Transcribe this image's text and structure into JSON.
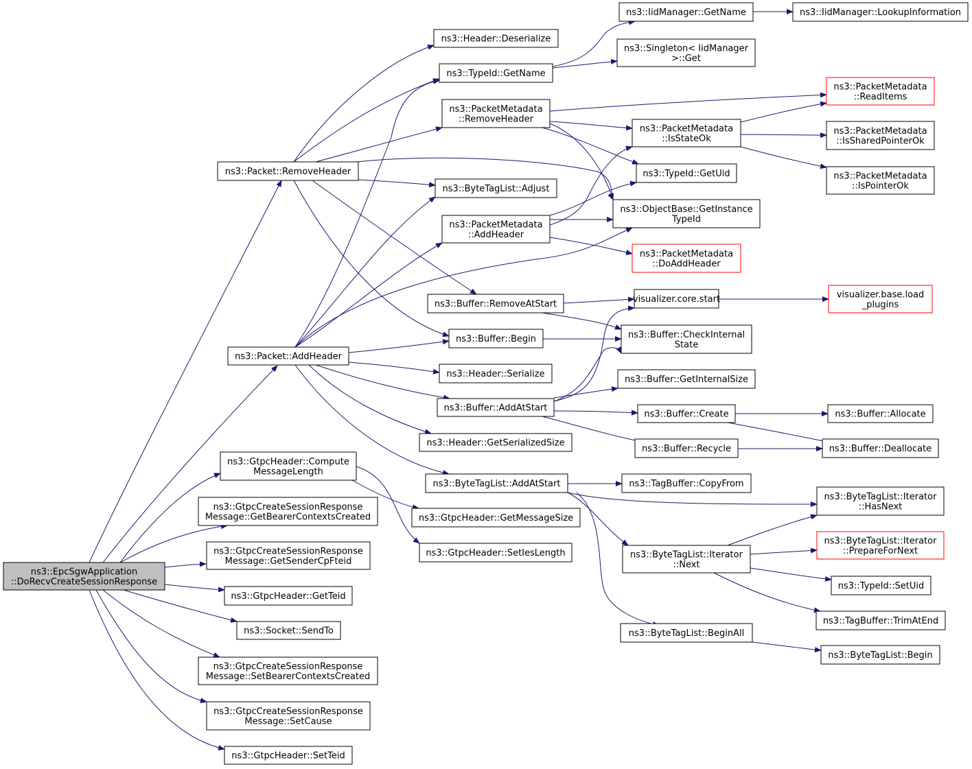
{
  "diagram": {
    "kind": "call-graph",
    "colors": {
      "edge": "#191970",
      "root_fill": "#bfbfbf",
      "node_border": "#000000",
      "truncated_border": "#ff0000"
    },
    "nodes": [
      {
        "id": "root",
        "lines": [
          "ns3::EpcSgwApplication",
          "::DoRecvCreateSessionResponse"
        ],
        "style": "root"
      },
      {
        "id": "pkt_removeheader",
        "lines": [
          "ns3::Packet::RemoveHeader"
        ]
      },
      {
        "id": "pkt_addheader",
        "lines": [
          "ns3::Packet::AddHeader"
        ]
      },
      {
        "id": "gtpc_computelen",
        "lines": [
          "ns3::GtpcHeader::Compute",
          "MessageLength"
        ]
      },
      {
        "id": "gcsr_getbearer",
        "lines": [
          "ns3::GtpcCreateSessionResponse",
          "Message::GetBearerContextsCreated"
        ]
      },
      {
        "id": "gcsr_getsender",
        "lines": [
          "ns3::GtpcCreateSessionResponse",
          "Message::GetSenderCpFteid"
        ]
      },
      {
        "id": "gtpc_getteid",
        "lines": [
          "ns3::GtpcHeader::GetTeid"
        ]
      },
      {
        "id": "socket_sendto",
        "lines": [
          "ns3::Socket::SendTo"
        ]
      },
      {
        "id": "gcsr_setbearer",
        "lines": [
          "ns3::GtpcCreateSessionResponse",
          "Message::SetBearerContextsCreated"
        ]
      },
      {
        "id": "gcsr_setcause",
        "lines": [
          "ns3::GtpcCreateSessionResponse",
          "Message::SetCause"
        ]
      },
      {
        "id": "gtpc_setteid",
        "lines": [
          "ns3::GtpcHeader::SetTeid"
        ]
      },
      {
        "id": "hdr_deserialize",
        "lines": [
          "ns3::Header::Deserialize"
        ]
      },
      {
        "id": "typeid_getname",
        "lines": [
          "ns3::TypeId::GetName"
        ]
      },
      {
        "id": "pm_removeheader",
        "lines": [
          "ns3::PacketMetadata",
          "::RemoveHeader"
        ]
      },
      {
        "id": "btl_adjust",
        "lines": [
          "ns3::ByteTagList::Adjust"
        ]
      },
      {
        "id": "pm_addheader",
        "lines": [
          "ns3::PacketMetadata",
          "::AddHeader"
        ]
      },
      {
        "id": "buf_removeatstart",
        "lines": [
          "ns3::Buffer::RemoveAtStart"
        ]
      },
      {
        "id": "buf_begin",
        "lines": [
          "ns3::Buffer::Begin"
        ]
      },
      {
        "id": "hdr_serialize",
        "lines": [
          "ns3::Header::Serialize"
        ]
      },
      {
        "id": "buf_addatstart",
        "lines": [
          "ns3::Buffer::AddAtStart"
        ]
      },
      {
        "id": "hdr_getserializedsize",
        "lines": [
          "ns3::Header::GetSerializedSize"
        ]
      },
      {
        "id": "btl_addatstart",
        "lines": [
          "ns3::ByteTagList::AddAtStart"
        ]
      },
      {
        "id": "gtpc_getmsgsize",
        "lines": [
          "ns3::GtpcHeader::GetMessageSize"
        ]
      },
      {
        "id": "gtpc_setieslen",
        "lines": [
          "ns3::GtpcHeader::SetIesLength"
        ]
      },
      {
        "id": "iid_getname",
        "lines": [
          "ns3::IidManager::GetName"
        ]
      },
      {
        "id": "iid_lookup",
        "lines": [
          "ns3::IidManager::LookupInformation"
        ]
      },
      {
        "id": "singleton_get",
        "lines": [
          "ns3::Singleton< IidManager",
          ">::Get"
        ]
      },
      {
        "id": "pm_readitems",
        "lines": [
          "ns3::PacketMetadata",
          "::ReadItems"
        ],
        "style": "truncated"
      },
      {
        "id": "pm_isstateok",
        "lines": [
          "ns3::PacketMetadata",
          "::IsStateOk"
        ]
      },
      {
        "id": "pm_issharedptrok",
        "lines": [
          "ns3::PacketMetadata",
          "::IsSharedPointerOk"
        ]
      },
      {
        "id": "typeid_getuid",
        "lines": [
          "ns3::TypeId::GetUid"
        ]
      },
      {
        "id": "pm_isptrok",
        "lines": [
          "ns3::PacketMetadata",
          "::IsPointerOk"
        ]
      },
      {
        "id": "objbase_getinst",
        "lines": [
          "ns3::ObjectBase::GetInstance",
          "TypeId"
        ]
      },
      {
        "id": "pm_doaddheader",
        "lines": [
          "ns3::PacketMetadata",
          "::DoAddHeader"
        ],
        "style": "truncated"
      },
      {
        "id": "vis_core_start",
        "lines": [
          "visualizer.core.start"
        ]
      },
      {
        "id": "vis_base_load",
        "lines": [
          "visualizer.base.load",
          "_plugins"
        ],
        "style": "truncated"
      },
      {
        "id": "buf_checkinternal",
        "lines": [
          "ns3::Buffer::CheckInternal",
          "State"
        ]
      },
      {
        "id": "buf_getinternalsize",
        "lines": [
          "ns3::Buffer::GetInternalSize"
        ]
      },
      {
        "id": "buf_create",
        "lines": [
          "ns3::Buffer::Create"
        ]
      },
      {
        "id": "buf_allocate",
        "lines": [
          "ns3::Buffer::Allocate"
        ]
      },
      {
        "id": "buf_recycle",
        "lines": [
          "ns3::Buffer::Recycle"
        ]
      },
      {
        "id": "buf_deallocate",
        "lines": [
          "ns3::Buffer::Deallocate"
        ]
      },
      {
        "id": "tagbuf_copyfrom",
        "lines": [
          "ns3::TagBuffer::CopyFrom"
        ]
      },
      {
        "id": "btli_hasnext",
        "lines": [
          "ns3::ByteTagList::Iterator",
          "::HasNext"
        ]
      },
      {
        "id": "btli_next",
        "lines": [
          "ns3::ByteTagList::Iterator",
          "::Next"
        ]
      },
      {
        "id": "btli_preparefornext",
        "lines": [
          "ns3::ByteTagList::Iterator",
          "::PrepareForNext"
        ],
        "style": "truncated"
      },
      {
        "id": "typeid_setuid",
        "lines": [
          "ns3::TypeId::SetUid"
        ]
      },
      {
        "id": "tagbuf_trimatend",
        "lines": [
          "ns3::TagBuffer::TrimAtEnd"
        ]
      },
      {
        "id": "btl_beginall",
        "lines": [
          "ns3::ByteTagList::BeginAll"
        ]
      },
      {
        "id": "btl_begin",
        "lines": [
          "ns3::ByteTagList::Begin"
        ]
      }
    ]
  }
}
